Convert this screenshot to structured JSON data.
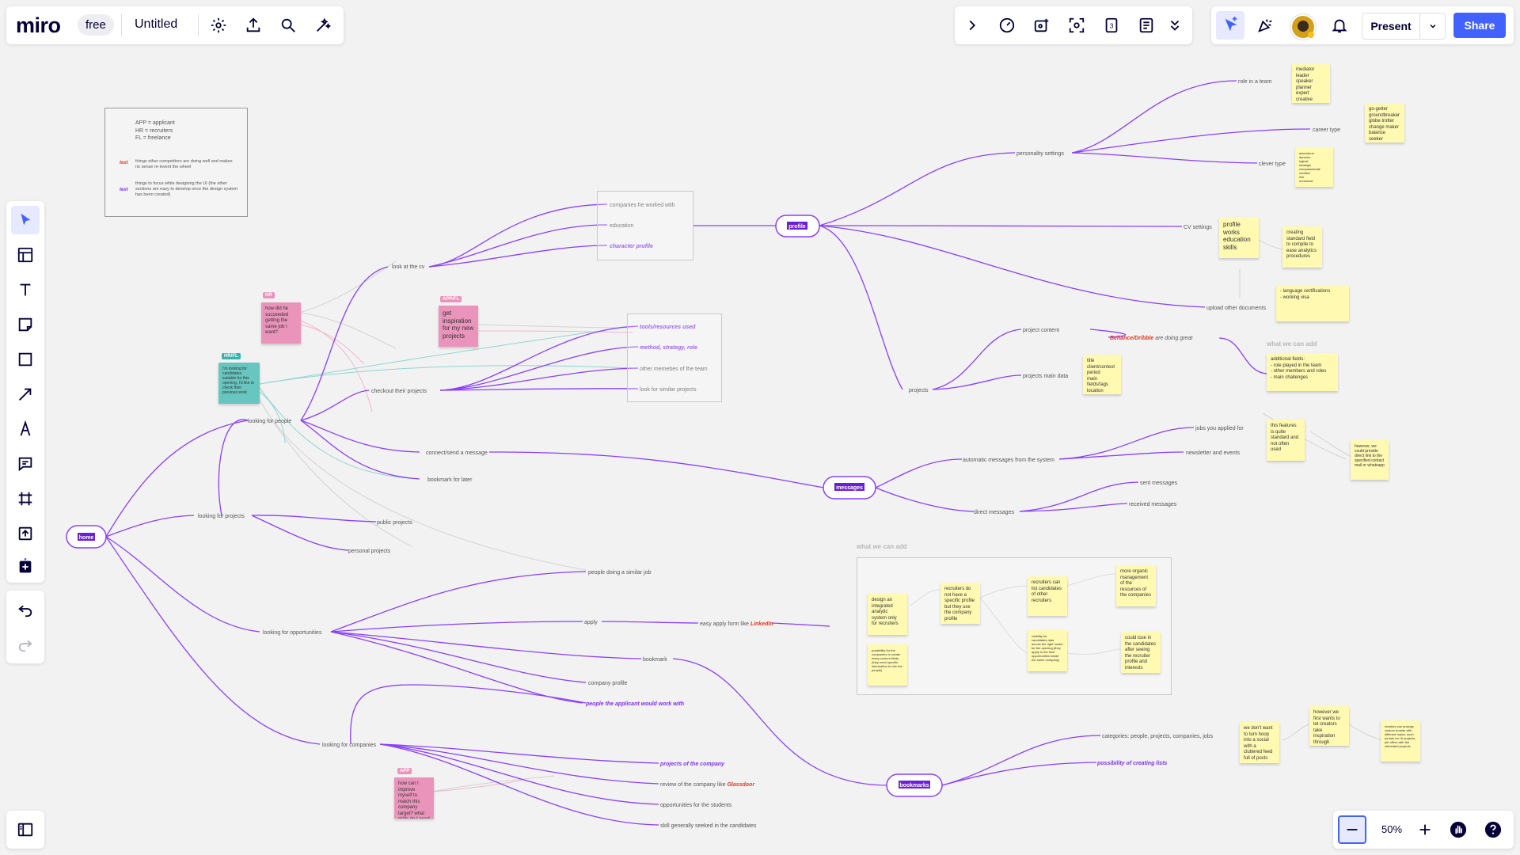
{
  "topbar": {
    "logo": "miro",
    "plan_badge": "free",
    "board_title": "Untitled",
    "icons": [
      "settings-icon",
      "upload-icon",
      "search-icon",
      "magic-icon"
    ]
  },
  "right_toolbar": {
    "icons": [
      "chevron-right-icon",
      "timer-icon",
      "voting-icon",
      "capture-icon",
      "calendar-icon",
      "notes-icon",
      "more-icon"
    ],
    "calendar_day": "3",
    "present_label": "Present",
    "share_label": "Share",
    "accent_color": "#4262ff"
  },
  "left_toolbar": {
    "tools": [
      "select-icon",
      "template-icon",
      "text-icon",
      "sticky-note-icon",
      "shape-icon",
      "connector-icon",
      "pen-icon",
      "comment-icon",
      "frame-icon",
      "upload-icon",
      "add-icon",
      "undo-icon",
      "redo-icon"
    ]
  },
  "zoom": {
    "value": "50%"
  },
  "legend": {
    "lines": [
      "APP = applicant",
      "HR = recruiters",
      "FL = freelance"
    ],
    "red_marker": "text",
    "red_desc": "things other competitors are doing well and makes no sense re-invent the wheel",
    "purple_marker": "text",
    "purple_desc": "things to focus while designing the UI (the other sections are easy to develop once the design system has been created)"
  },
  "hubs": {
    "home": "home",
    "profile": "profile",
    "messages": "messages",
    "bookmarks": "bookmarks"
  },
  "nodes": {
    "looking_for_people": "looking for people",
    "look_at_cv": "look at the cv",
    "companies_worked": "companies he worked with",
    "education": "education",
    "character_profile": "character profile",
    "checkout_projects": "checkout their projects",
    "tools_used": "tools/resources used",
    "method_strategy": "method, strategy, role",
    "other_members": "other memebes of the team",
    "look_similar": "look for similar projects",
    "connect_message": "connect/send a message",
    "bookmark_later": "bookmark for later",
    "looking_for_projects": "looking for projects",
    "public_projects": "public projects",
    "personal_projects": "personal projects",
    "looking_for_opportunities": "looking for opportunities",
    "people_similar_job": "people doing a similar job",
    "apply": "apply",
    "easy_apply_prefix": "easy apply form like ",
    "easy_apply_brand": "LinkedIn",
    "bookmark": "bookmark",
    "company_profile": "company profile",
    "people_work_with": "people the applicant would work with",
    "looking_for_companies": "looking for companies",
    "projects_company": "projects of the company",
    "review_prefix": "review of the company like ",
    "review_brand": "Glassdoor",
    "opportunities_students": "opportunities for the students",
    "skill_sought": "skill generally seeked in the candidates",
    "personality_settings": "personality settings",
    "role_in_team": "role in a team",
    "career_type": "career type",
    "clever_type": "clever type",
    "cv_settings": "CV settings",
    "upload_docs": "upload other documents",
    "projects": "projects",
    "project_content": "project content",
    "behance_brand": "Behance/Dribble",
    "behance_suffix": " are doing great",
    "projects_main_data": "projects main data",
    "auto_messages": "automatic messages from the system",
    "jobs_applied": "jobs you applied for",
    "newsletter": "newsletter and events",
    "direct_messages": "direct messages",
    "sent_messages": "sent messages",
    "received_messages": "received messages",
    "categories": "categories: people, projects, companies, jobs",
    "possibility_lists": "possibility of creating lists"
  },
  "groups": {
    "what_we_can_add_1": "what we can add",
    "what_we_can_add_2": "what we can add"
  },
  "stickies": {
    "role_list": "mediator\nleader\nspeaker\nplanner\nexpert\ncreative",
    "career_list": "go-getter\ngroundbreaker\nglobe trotter\nchange maker\nbalance seeker",
    "clever_list": "adventurer\ndynamo\nlogical\nstrategic\ncompassionate\ncreative\nrisk\nnumerical",
    "cv_main": "profile\nworks\neducation\nskills",
    "cv_note": "creating standard field to compile to ease analytics procedures",
    "upload_note": "- language certifications\n- working visa",
    "project_data": "title\nclient/context\nperiod\nmain fields/tags\nlocation",
    "add_fields": "additional fields:\n- role played in the team\n- other members and roles\n- main challenges",
    "jobs_note": "this features is quite standard and not often used",
    "jobs_note2": "however, we could provide direct link to the specified contact mail or whatsapp",
    "hr_question": "how did he succeeded getting the same job I want?",
    "app_inspiration": "get inspiration for my new projects",
    "teal_note": "I'm looking for candidates suitable for this opening, I'd like to check their previous work",
    "app_company": "how can I improve myself to match this company target? what skills do I need to improve/learn?",
    "g1": "design an integrated analytic system only for recruiters",
    "g2": "recruiters do not have a specific profile but they use the company profile",
    "g3": "recruiters can list candidates of other recruiters",
    "g4": "more organic management of the resources of the companies",
    "g5": "possibility for the companies to create many custom fields (they need specific information to hire the people)",
    "g6": "visibility for candidates data across the right model for the opening (they apply to the best opportunities inside the same company)",
    "g7": "could lose in the candidates after seeing the recruiter profile and interests",
    "b1": "we don't want to turn hoop into a social with a cluttered feed full of posts",
    "b2": "however we first wants to let creators take inspiration through something similar",
    "b3": "creators can arrange custom boards with different topics, such as lists for UI projects, job offers with the interested projects"
  },
  "tags": {
    "hr1": "HR",
    "app1": "APP/FL",
    "hr_teal": "HR/FL",
    "app2": "APP"
  },
  "colors": {
    "purple": "#7b2ff7",
    "red": "#e8351c",
    "sticky_yellow": "#fff9b1",
    "sticky_pink": "#ea94bb",
    "sticky_teal": "#67c6c0"
  }
}
